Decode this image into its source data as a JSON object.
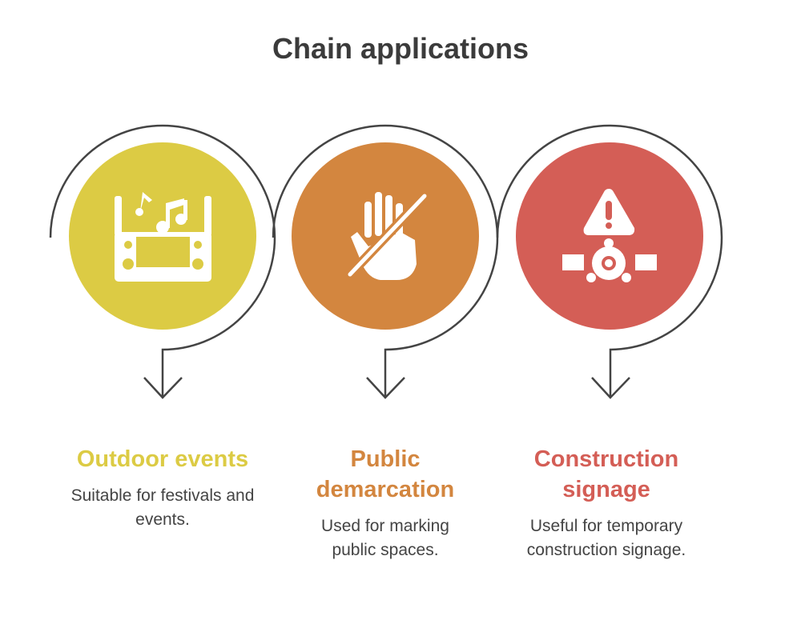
{
  "title": "Chain applications",
  "items": [
    {
      "heading": "Outdoor events",
      "description": "Suitable for festivals and events.",
      "color": "#dccb44",
      "icon": "music-speakers-icon"
    },
    {
      "heading": "Public demarcation",
      "description": "Used for marking public spaces.",
      "color": "#d3863f",
      "icon": "no-hand-icon"
    },
    {
      "heading": "Construction signage",
      "description": "Useful for temporary construction signage.",
      "color": "#d45e56",
      "icon": "warning-barrier-icon"
    }
  ]
}
